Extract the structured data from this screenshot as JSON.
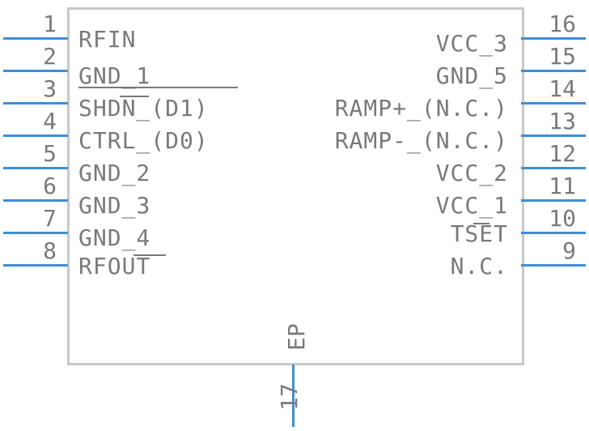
{
  "left_pins": [
    {
      "number": "1",
      "label": "RFIN"
    },
    {
      "number": "2",
      "label": "GND_1"
    },
    {
      "number": "3",
      "label": "SHDN_(D1)"
    },
    {
      "number": "4",
      "label": "CTRL_(D0)"
    },
    {
      "number": "5",
      "label": "GND_2"
    },
    {
      "number": "6",
      "label": "GND_3"
    },
    {
      "number": "7",
      "label": "GND_4"
    },
    {
      "number": "8",
      "label": "RFOUT"
    }
  ],
  "right_pins": [
    {
      "number": "16",
      "label": "VCC_3"
    },
    {
      "number": "15",
      "label": "GND_5"
    },
    {
      "number": "14",
      "label": "RAMP+_(N.C.)"
    },
    {
      "number": "13",
      "label": "RAMP-_(N.C.)"
    },
    {
      "number": "12",
      "label": "VCC_2"
    },
    {
      "number": "11",
      "label": "VCC_1"
    },
    {
      "number": "10",
      "label": "TSET"
    },
    {
      "number": "9",
      "label": "N.C."
    }
  ],
  "bottom_pin": {
    "number": "17",
    "label": "EP"
  },
  "colors": {
    "pin": "#3d8fd6",
    "body": "#c8c8c8",
    "text": "#7a7a7a"
  }
}
